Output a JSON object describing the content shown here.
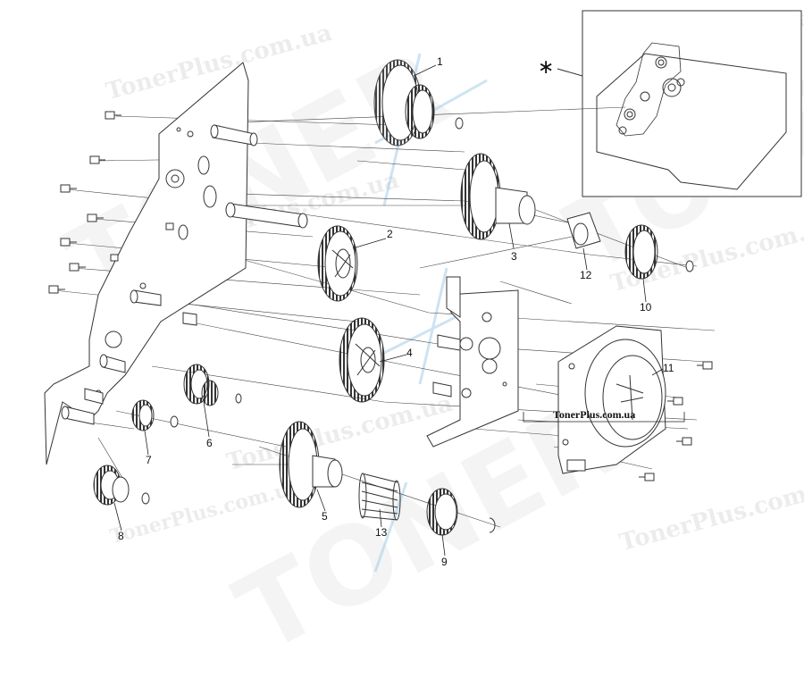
{
  "watermark": {
    "text": "TonerPlus.com.ua",
    "big_text": "TONER"
  },
  "site_label": "TonerPlus.com.ua",
  "inset_marker": "∗",
  "callouts": [
    {
      "id": "1",
      "label": "1"
    },
    {
      "id": "2",
      "label": "2"
    },
    {
      "id": "3",
      "label": "3"
    },
    {
      "id": "4",
      "label": "4"
    },
    {
      "id": "5",
      "label": "5"
    },
    {
      "id": "6",
      "label": "6"
    },
    {
      "id": "7",
      "label": "7"
    },
    {
      "id": "8",
      "label": "8"
    },
    {
      "id": "9",
      "label": "9"
    },
    {
      "id": "10",
      "label": "10"
    },
    {
      "id": "11",
      "label": "11"
    },
    {
      "id": "12",
      "label": "12"
    },
    {
      "id": "13",
      "label": "13"
    }
  ],
  "colors": {
    "line": "#333333",
    "accent_watermark": "#7fb8dc"
  }
}
